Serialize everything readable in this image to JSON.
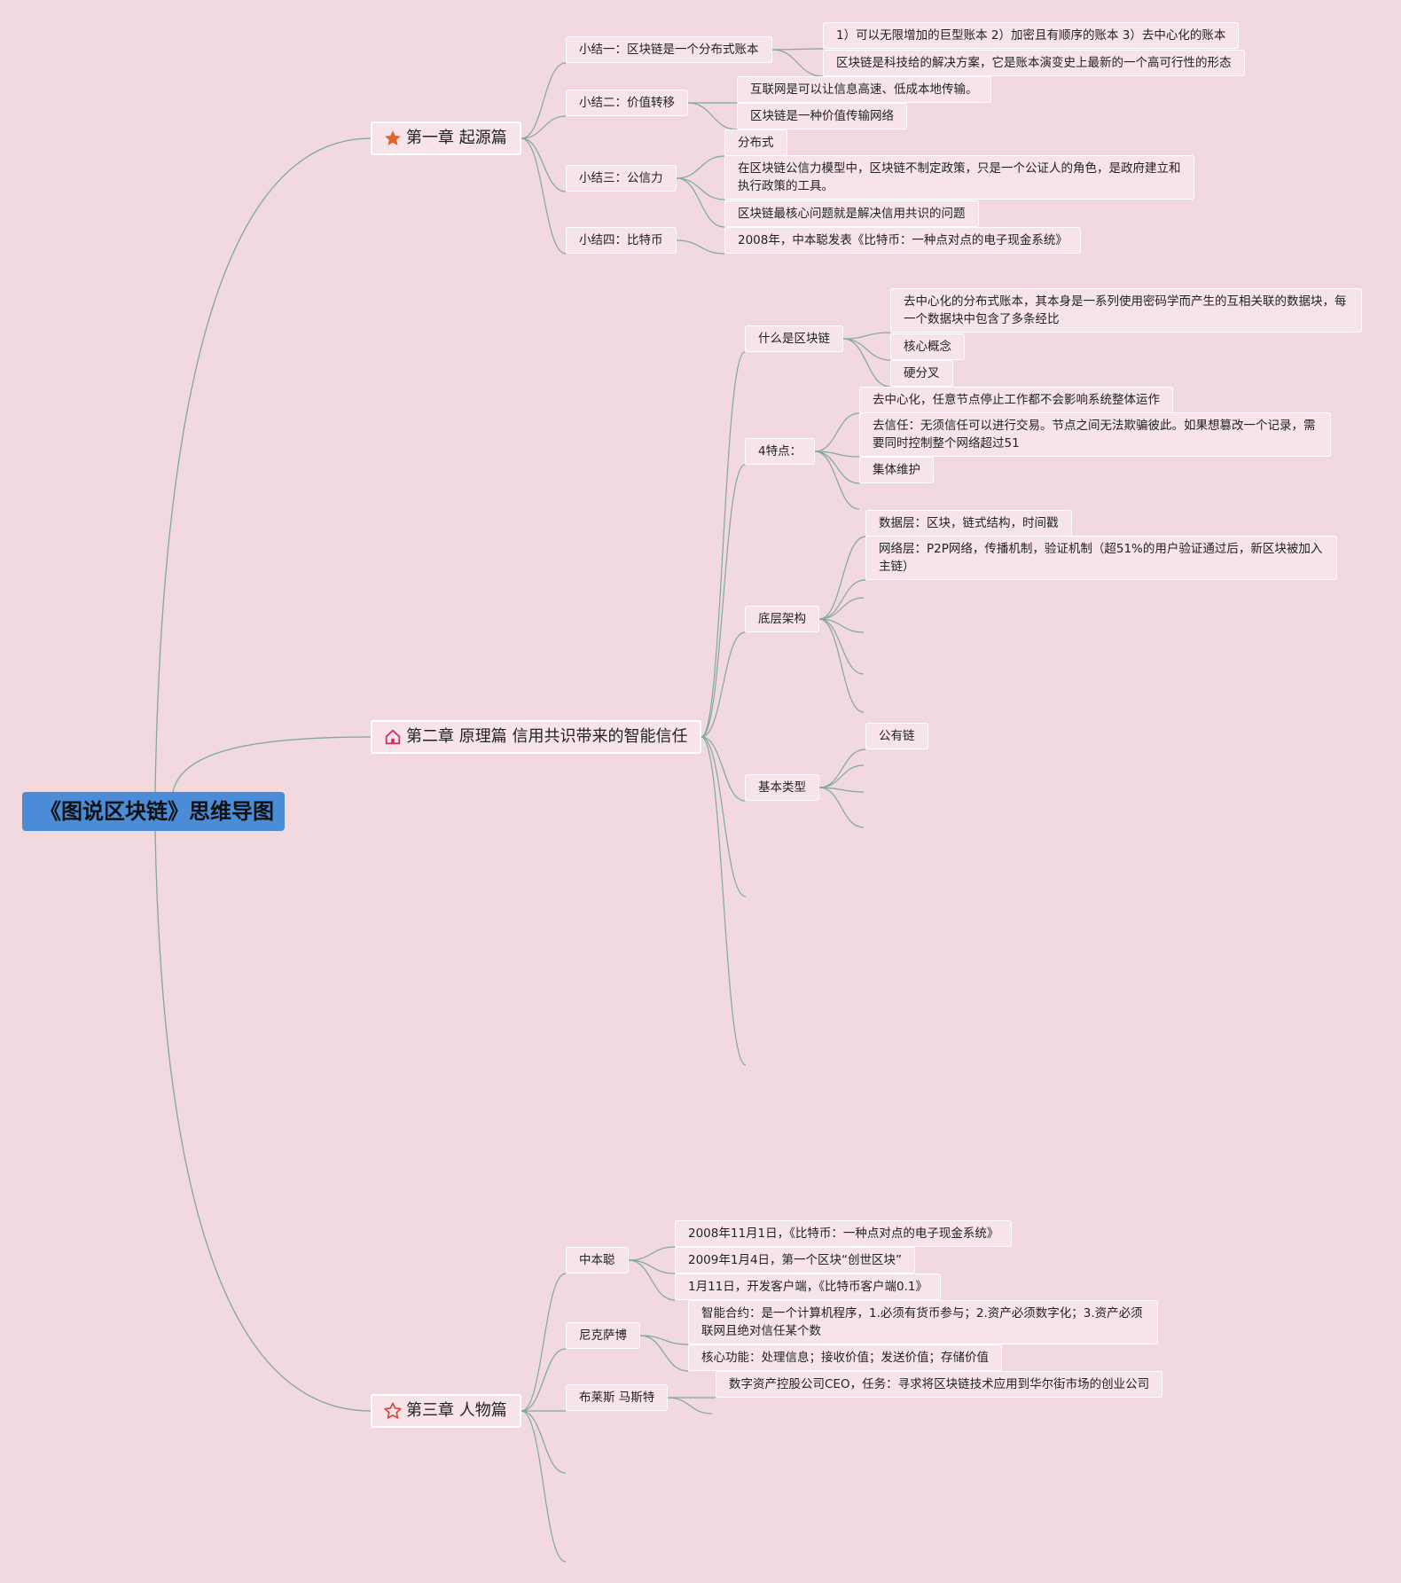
{
  "title": "《图说区块链》思维导图",
  "colors": {
    "background": "#f2d9e0",
    "root": "#4a8cd8",
    "line": "#7fa99a",
    "node_fill": "#f6e4e9"
  },
  "chapters": [
    {
      "label": "第一章 起源篇",
      "icon": "star-filled-icon",
      "sections": [
        {
          "label": "小结一：区块链是一个分布式账本",
          "items": [
            "1）可以无限增加的巨型账本 2）加密且有顺序的账本 3）去中心化的账本",
            "区块链是科技给的解决方案，它是账本演变史上最新的一个高可行性的形态"
          ]
        },
        {
          "label": "小结二：价值转移",
          "items": [
            "互联网是可以让信息高速、低成本地传输。",
            "区块链是一种价值传输网络"
          ]
        },
        {
          "label": "小结三：公信力",
          "items": [
            "分布式",
            "在区块链公信力模型中，区块链不制定政策，只是一个公证人的角色，是政府建立和执行政策的工具。",
            "区块链最核心问题就是解决信用共识的问题"
          ]
        },
        {
          "label": "小结四：比特币",
          "items": [
            "2008年，中本聪发表《比特币：一种点对点的电子现金系统》"
          ]
        }
      ]
    },
    {
      "label": "第二章 原理篇 信用共识带来的智能信任",
      "icon": "home-icon",
      "sections": [
        {
          "label": "什么是区块链",
          "items": [
            "去中心化的分布式账本，其本身是一系列使用密码学而产生的互相关联的数据块，每一个数据块中包含了多条经比",
            "核心概念",
            "硬分叉"
          ]
        },
        {
          "label": "4特点：",
          "items": [
            "去中心化，任意节点停止工作都不会影响系统整体运作",
            "去信任：无须信任可以进行交易。节点之间无法欺骗彼此。如果想篡改一个记录，需要同时控制整个网络超过51",
            "集体维护"
          ]
        },
        {
          "label": "底层架构",
          "items": [
            "数据层：区块，链式结构，时间戳",
            "网络层：P2P网络，传播机制，验证机制（超51%的用户验证通过后，新区块被加入主链）"
          ]
        },
        {
          "label": "基本类型",
          "items": [
            "公有链"
          ]
        }
      ]
    },
    {
      "label": "第三章 人物篇",
      "icon": "star-outline-icon",
      "sections": [
        {
          "label": "中本聪",
          "items": [
            "2008年11月1日，《比特币：一种点对点的电子现金系统》",
            "2009年1月4日，第一个区块“创世区块”",
            "1月11日，开发客户端，《比特币客户端0.1》"
          ]
        },
        {
          "label": "尼克萨博",
          "items": [
            "智能合约：是一个计算机程序，1.必须有货币参与；2.资产必须数字化；3.资产必须联网且绝对信任某个数",
            "核心功能：处理信息；接收价值；发送价值；存储价值"
          ]
        },
        {
          "label": "布莱斯 马斯特",
          "items": [
            "数字资产控股公司CEO，任务：寻求将区块链技术应用到华尔街市场的创业公司"
          ]
        }
      ]
    }
  ]
}
